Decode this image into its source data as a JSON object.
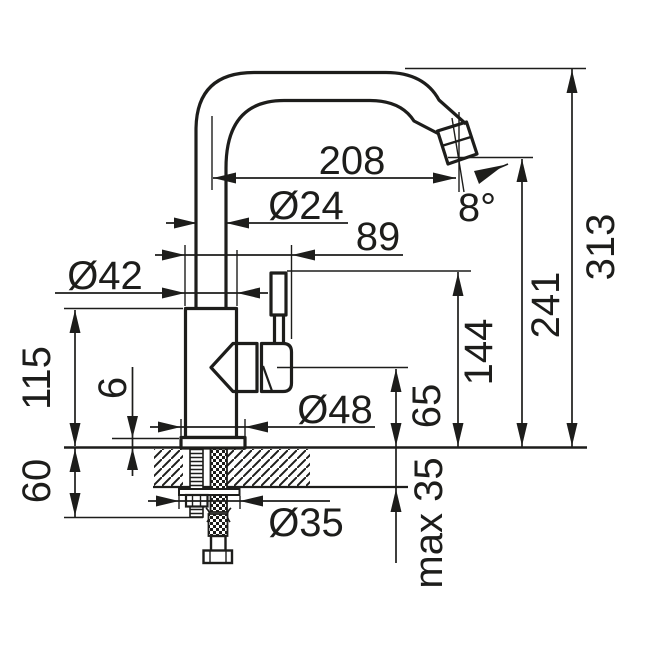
{
  "drawing": {
    "subject": "kitchen faucet installation dimension drawing",
    "units": "mm",
    "line_color": "#1d1d1b",
    "background": "#ffffff",
    "dimensions": {
      "spout_reach": "208",
      "spout_tube_diameter": "Ø24",
      "spout_end_angle": "8°",
      "handle_offset": "89",
      "body_diameter": "Ø42",
      "base_diameter": "Ø48",
      "base_ring_height": "6",
      "body_height": "115",
      "below_counter_depth": "60",
      "mounting_hole_diameter": "Ø35",
      "handle_center_height": "65",
      "lever_top_height": "144",
      "spout_outlet_height": "241",
      "total_height": "313",
      "max_counter_thickness": "max 35"
    }
  }
}
